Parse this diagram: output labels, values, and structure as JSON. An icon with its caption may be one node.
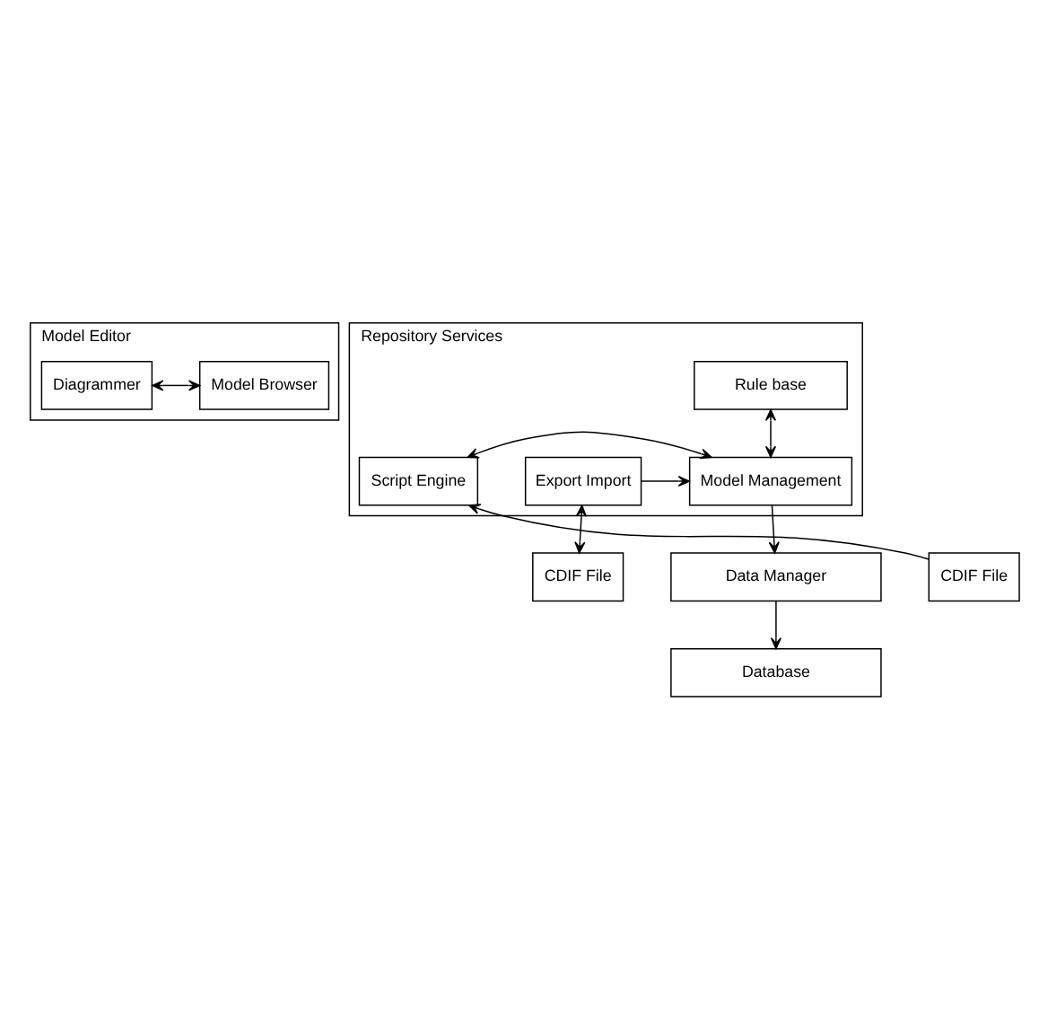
{
  "diagram": {
    "nodes": [
      {
        "text": [
          "Model Editor"
        ]
      },
      {
        "text": [
          "Diagrammer"
        ],
        "in": 0
      },
      {
        "text": [
          "Model Browser"
        ],
        "in": 0
      },
      {
        "text": [
          "Repository Services"
        ]
      },
      {
        "text": [
          "Script Engine"
        ],
        "in": 3
      },
      {
        "text": [
          "Model Management"
        ],
        "in": 3
      },
      {
        "text": [
          "Export Import"
        ],
        "in": 3
      },
      {
        "text": [
          "Rule base"
        ],
        "in": 3
      },
      {
        "text": [
          "CDIF File"
        ]
      },
      {
        "text": [
          "Data Manager"
        ]
      },
      {
        "text": [
          "CDIF File"
        ]
      },
      {
        "text": [
          "Database"
        ]
      }
    ],
    "edges": [
      {
        "from": 1,
        "to": 2,
        "arrow": "both"
      },
      {
        "from": 4,
        "to": 5,
        "arrow": "both"
      },
      {
        "from": 6,
        "to": 5,
        "arrow": "to"
      },
      {
        "from": 7,
        "to": 5,
        "arrow": "both"
      },
      {
        "from": 5,
        "to": 9,
        "arrow": "to"
      },
      {
        "from": 9,
        "to": 11,
        "arrow": "to"
      },
      {
        "from": 8,
        "to": 4,
        "arrow": "to"
      },
      {
        "from": 6,
        "to": 10,
        "arrow": "both"
      }
    ]
  }
}
